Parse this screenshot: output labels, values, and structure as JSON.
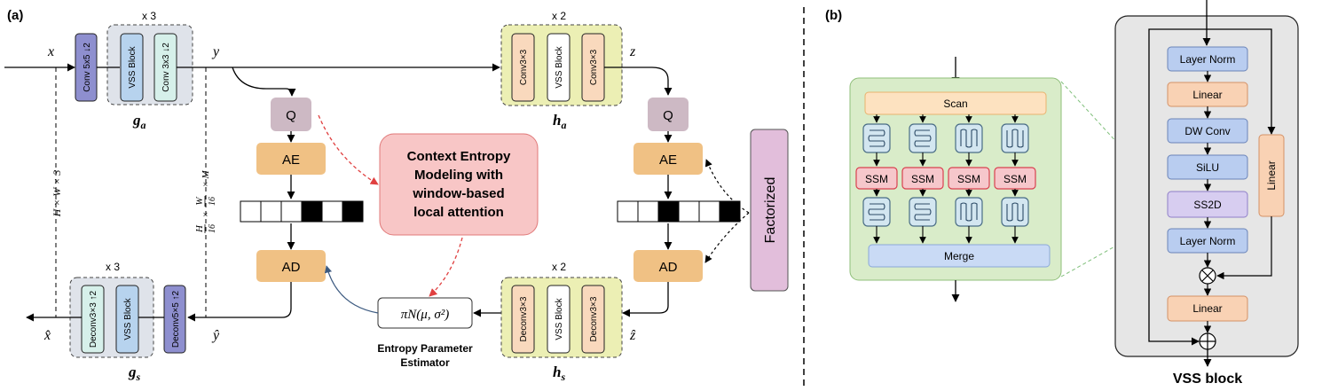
{
  "panels": {
    "a": "(a)",
    "b": "(b)"
  },
  "analysis": {
    "repeat_label": "x 3",
    "conv_label": "Conv 5x5 ↓2",
    "vss_label": "VSS Block",
    "conv3_label": "Conv 3x3 ↓2",
    "name": "g",
    "name_sub": "a",
    "input_var": "x",
    "output_var": "y",
    "dim_label": "H × W × 3"
  },
  "hyper_analysis": {
    "repeat_label": "x 2",
    "conv_a": "Conv3×3",
    "vss_label": "VSS Block",
    "conv_b": "Conv3×3",
    "name": "h",
    "name_sub": "a",
    "output_var": "z"
  },
  "synthesis": {
    "repeat_label": "x 3",
    "deconv3": "Deconv3×3 ↑2",
    "vss_label": "VSS Block",
    "deconv5": "Deconv5×5 ↑2",
    "name": "g",
    "name_sub": "s",
    "output_var": "x̂",
    "input_var": "ŷ"
  },
  "hyper_synthesis": {
    "repeat_label": "x 2",
    "deconv_a": "Deconv3×3",
    "vss_label": "VSS Block",
    "deconv_b": "Deconv3×3",
    "name": "h",
    "name_sub": "s",
    "input_var": "ẑ"
  },
  "latent_dim": {
    "h": "H",
    "d1": "16",
    "w": "W",
    "d2": "16",
    "m": "× M",
    "x": "×"
  },
  "coding": {
    "q": "Q",
    "ae": "AE",
    "ad": "AD"
  },
  "context_box": {
    "lines": [
      "Context Entropy",
      "Modeling with",
      "window-based",
      "local attention"
    ]
  },
  "estimator": {
    "formula": "πN(μ, σ²)",
    "caption_lines": [
      "Entropy Parameter",
      "Estimator"
    ]
  },
  "factorized": "Factorized",
  "binary_strip_left": [
    0,
    0,
    0,
    1,
    0,
    1
  ],
  "binary_strip_right": [
    0,
    0,
    1,
    0,
    0,
    1
  ],
  "ss2d_detail": {
    "scan": "Scan",
    "ssm": [
      "SSM",
      "SSM",
      "SSM",
      "SSM"
    ],
    "merge": "Merge"
  },
  "vss_block": {
    "title": "VSS block",
    "layers": [
      "Layer Norm",
      "Linear",
      "DW Conv",
      "SiLU",
      "SS2D",
      "Layer Norm"
    ],
    "linear_side": "Linear",
    "linear_out": "Linear"
  },
  "colors": {
    "blue_block": "#b7d3ee",
    "purple_block": "#8e8fcf",
    "teal_block": "#d6f0ea",
    "orange_block": "#f0c184",
    "q_block": "#cdb9c4",
    "context_fill": "#f8c6c6",
    "factorized_fill": "#e2bedb",
    "green_panel": "#d9ecc9",
    "ssm_fill": "#f6c7cb",
    "vss_orange": "#f9d2b4",
    "vss_blue": "#b9cdf0",
    "vss_purple": "#d7cdf0",
    "red_dash": "#e04040"
  }
}
